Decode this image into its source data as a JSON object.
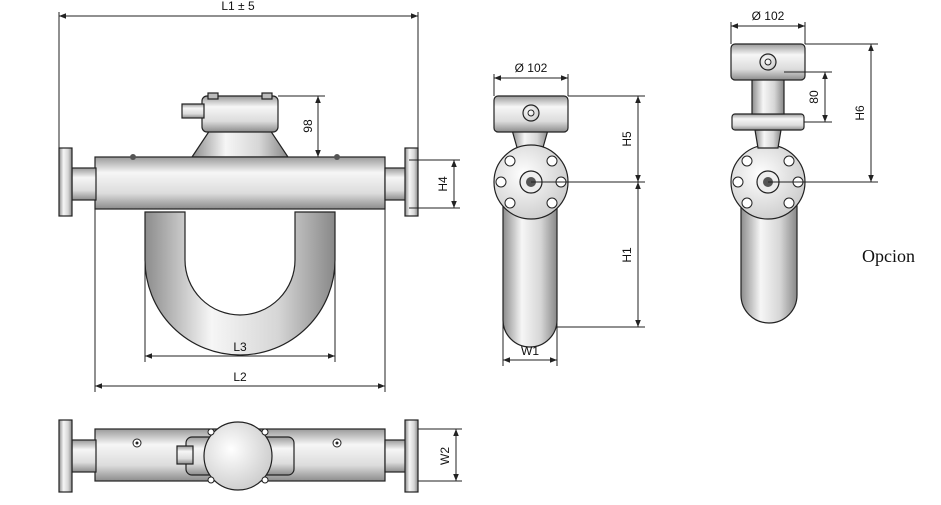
{
  "labels": {
    "l1": "L1 ± 5",
    "dim98": "98",
    "h4": "H4",
    "l3": "L3",
    "l2": "L2",
    "w2": "W2",
    "d102_mid": "Ø 102",
    "h5": "H5",
    "h1": "H1",
    "w1": "W1",
    "d102_right": "Ø 102",
    "dim80": "80",
    "h6": "H6",
    "option_note": "Opcion"
  },
  "colors": {
    "line": "#222222",
    "metal_light": "#f4f4f4",
    "metal_mid": "#d8d8d8",
    "metal_dark": "#9a9a9a"
  }
}
